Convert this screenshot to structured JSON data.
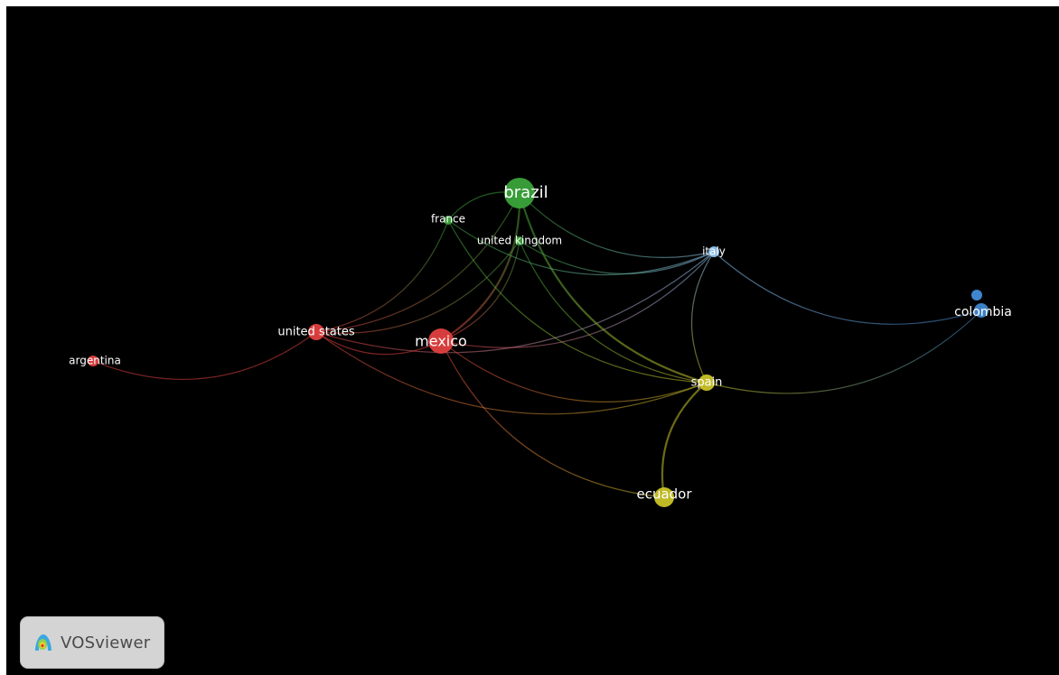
{
  "app": {
    "brand_label": "VOSviewer",
    "background_color": "#000000"
  },
  "clusters": {
    "red": "#e0403f",
    "green": "#3aa33a",
    "blue": "#3f86cf",
    "yellow": "#c9c328",
    "light_blue": "#8fc4ef"
  },
  "nodes": [
    {
      "id": "brazil",
      "label": "brazil",
      "cluster": "green",
      "weight": "large"
    },
    {
      "id": "france",
      "label": "france",
      "cluster": "green",
      "weight": "small"
    },
    {
      "id": "united_kingdom",
      "label": "united kingdom",
      "cluster": "green",
      "weight": "small"
    },
    {
      "id": "italy",
      "label": "italy",
      "cluster": "light_blue",
      "weight": "small"
    },
    {
      "id": "colombia",
      "label": "colombia",
      "cluster": "blue",
      "weight": "small"
    },
    {
      "id": "united_states",
      "label": "united states",
      "cluster": "red",
      "weight": "small"
    },
    {
      "id": "mexico",
      "label": "mexico",
      "cluster": "red",
      "weight": "large"
    },
    {
      "id": "argentina",
      "label": "argentina",
      "cluster": "red",
      "weight": "small"
    },
    {
      "id": "spain",
      "label": "spain",
      "cluster": "yellow",
      "weight": "small"
    },
    {
      "id": "ecuador",
      "label": "ecuador",
      "cluster": "yellow",
      "weight": "medium"
    }
  ],
  "links": [
    [
      "argentina",
      "united_states"
    ],
    [
      "united_states",
      "mexico"
    ],
    [
      "united_states",
      "brazil"
    ],
    [
      "united_states",
      "france"
    ],
    [
      "united_states",
      "united_kingdom"
    ],
    [
      "united_states",
      "italy"
    ],
    [
      "united_states",
      "spain"
    ],
    [
      "mexico",
      "brazil"
    ],
    [
      "mexico",
      "united_kingdom"
    ],
    [
      "mexico",
      "italy"
    ],
    [
      "mexico",
      "spain"
    ],
    [
      "mexico",
      "ecuador"
    ],
    [
      "brazil",
      "spain"
    ],
    [
      "brazil",
      "italy"
    ],
    [
      "brazil",
      "france"
    ],
    [
      "france",
      "italy"
    ],
    [
      "france",
      "spain"
    ],
    [
      "united_kingdom",
      "spain"
    ],
    [
      "united_kingdom",
      "italy"
    ],
    [
      "italy",
      "colombia"
    ],
    [
      "italy",
      "spain"
    ],
    [
      "spain",
      "colombia"
    ],
    [
      "spain",
      "ecuador"
    ]
  ]
}
